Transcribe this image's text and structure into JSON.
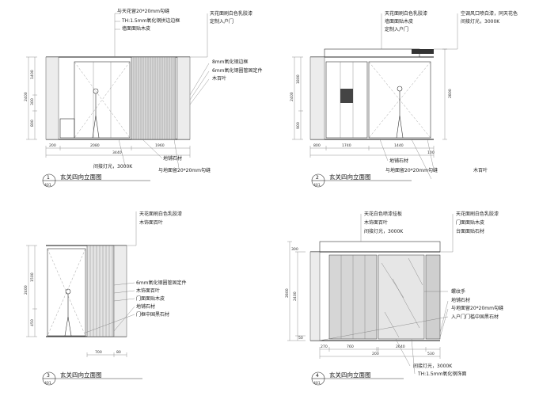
{
  "sheet": {
    "views": [
      {
        "id": "v1",
        "number": "1",
        "sheet_ref": "401",
        "title": "玄关四向立面图",
        "notes_top": [
          "与天花留20*20mm勾缝",
          "TH:1.5mm氧化钢拼边边框",
          "墙面面贴木皮"
        ],
        "notes_top_right": [
          "天花面刷白色乳胶漆",
          "定制入户门"
        ],
        "notes_mid": [
          "8mm氧化钢边框",
          "6mm氧化钢圈管固定件",
          "木百叶"
        ],
        "notes_bottom": [
          "地铺石材",
          "间接灯光，3000K",
          "与地面留20*20mm勾缝"
        ],
        "dims_h": [
          "200",
          "2080",
          "1960",
          "3440"
        ],
        "dims_v": [
          "2400",
          "1400",
          "300",
          "800"
        ]
      },
      {
        "id": "v2",
        "number": "2",
        "sheet_ref": "401",
        "title": "玄关四向立面图",
        "notes_top": [
          "天花面刷白色乳胶漆",
          "墙面面贴木皮",
          "定制入户门"
        ],
        "notes_top_right": [
          "空调风口喷白漆，同天花色",
          "间接灯光，3000K"
        ],
        "notes_bottom": [
          "地铺石材",
          "与地面留20*20mm勾缝",
          "木百叶"
        ],
        "dims_h": [
          "800",
          "1740",
          "1440",
          "100"
        ],
        "dims_v": [
          "2400",
          "1800",
          "900",
          "2800"
        ]
      },
      {
        "id": "v3",
        "number": "3",
        "sheet_ref": "401",
        "title": "玄关四向立面图",
        "notes_top": [
          "天花面刷白色乳胶漆",
          "木饰面百叶"
        ],
        "notes_mid": [
          "6mm氧化钢圈管固定件",
          "木饰面百叶",
          "门面面贴木皮",
          "地铺石材",
          "门框中国黑石材"
        ],
        "dims_h": [
          "700",
          "80"
        ],
        "dims_v": [
          "2400",
          "1500",
          "450"
        ]
      },
      {
        "id": "v4",
        "number": "4",
        "sheet_ref": "401",
        "title": "玄关四向立面图",
        "notes_top": [
          "天花白色喷漆挂板",
          "木饰面百叶",
          "间接灯光，3000K"
        ],
        "notes_top_right": [
          "天花面刷白色乳胶漆",
          "门面面贴木皮",
          "台面面贴石材"
        ],
        "notes_mid": [
          "螺纹手",
          "地铺石材",
          "与地面留20*20mm勾缝",
          "入户门门槛中国黑石材"
        ],
        "notes_bottom": [
          "间接灯光，3000K",
          "TH:1.5mm氧化钢饰面"
        ],
        "dims_h": [
          "270",
          "760",
          "200",
          "2640",
          "530"
        ],
        "dims_v": [
          "2800",
          "2400",
          "300",
          "50"
        ]
      }
    ]
  }
}
